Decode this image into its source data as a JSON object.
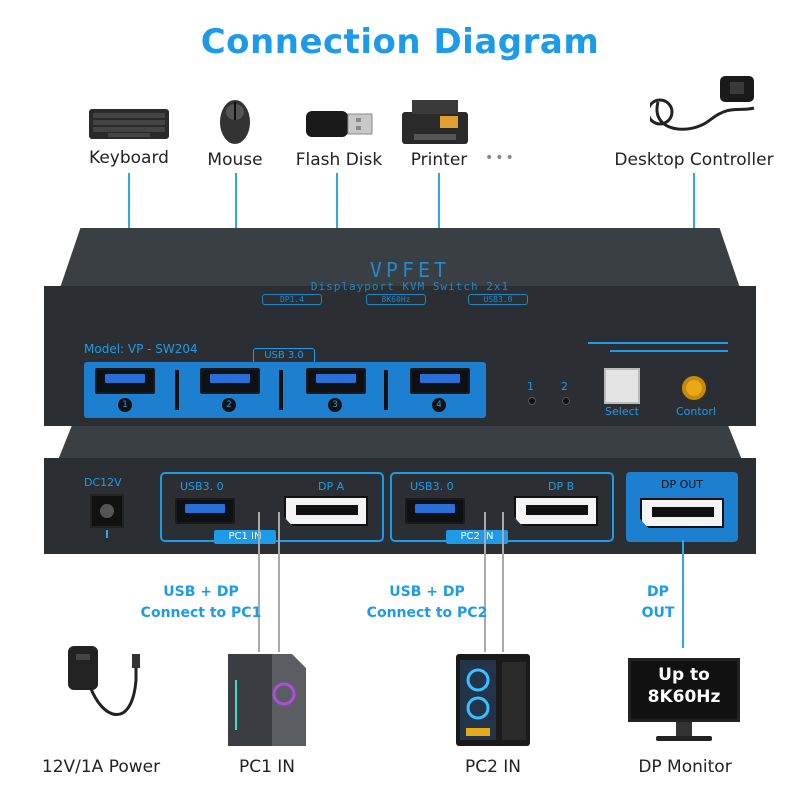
{
  "title": "Connection Diagram",
  "top_devices": [
    {
      "label": "Keyboard",
      "icon": "keyboard-icon"
    },
    {
      "label": "Mouse",
      "icon": "mouse-icon"
    },
    {
      "label": "Flash Disk",
      "icon": "flash-disk-icon"
    },
    {
      "label": "Printer",
      "icon": "printer-icon"
    },
    {
      "label": "Desktop Controller",
      "icon": "desktop-controller-icon"
    }
  ],
  "ellipsis": "•••",
  "front_panel": {
    "brand": "VPFET",
    "product": "Displayport KVM Switch 2x1",
    "badges": [
      "DP1.4",
      "8K60Hz",
      "USB3.0"
    ],
    "model": "Model: VP - SW204",
    "usb_group_label": "USB 3.0",
    "port_numbers": [
      "1",
      "2",
      "3",
      "4"
    ],
    "led_labels": [
      "1",
      "2"
    ],
    "select_label": "Select",
    "control_label": "Contorl"
  },
  "back_panel": {
    "power_label": "DC12V",
    "pc1": {
      "usb_label": "USB3. 0",
      "dp_label": "DP A",
      "group_label": "PC1 IN"
    },
    "pc2": {
      "usb_label": "USB3. 0",
      "dp_label": "DP B",
      "group_label": "PC2 IN"
    },
    "dp_out_label": "DP OUT"
  },
  "connections": {
    "pc1": "USB + DP\nConnect to PC1",
    "pc2": "USB + DP\nConnect to PC2",
    "dp_out": "DP\nOUT"
  },
  "bottom_devices": [
    {
      "label": "12V/1A Power",
      "icon": "power-adapter-icon"
    },
    {
      "label": "PC1 IN",
      "icon": "pc-tower-icon"
    },
    {
      "label": "PC2 IN",
      "icon": "pc-tower-icon"
    },
    {
      "label": "DP Monitor",
      "icon": "monitor-icon"
    }
  ],
  "monitor_text": "Up to\n8K60Hz",
  "colors": {
    "accent": "#1e9be8",
    "device_body": "#2b2f33",
    "port_blue": "#1d7fd0"
  }
}
